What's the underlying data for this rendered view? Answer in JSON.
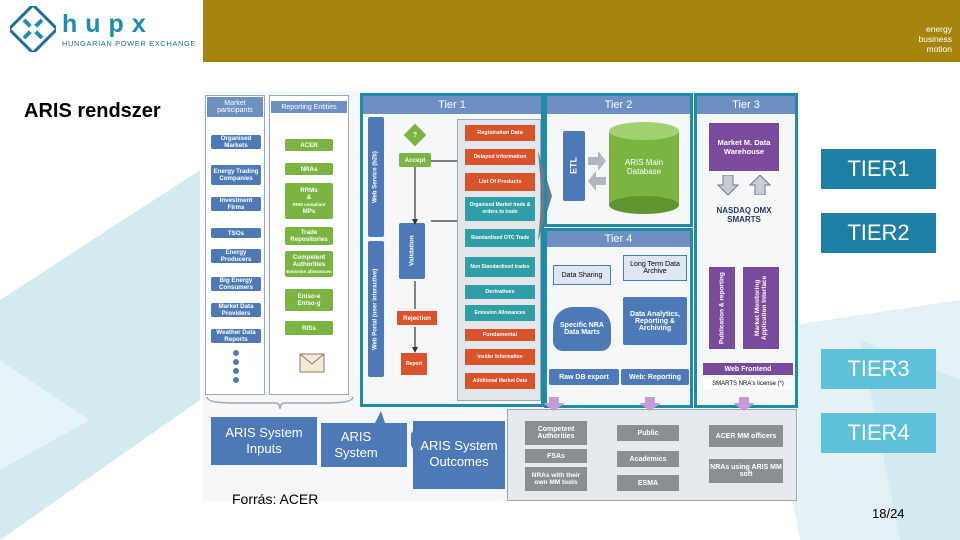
{
  "header": {
    "logo_letters": "hupx",
    "logo_sub": "HUNGARIAN POWER EXCHANGE",
    "tagline": [
      "energy",
      "business",
      "motion"
    ]
  },
  "slide": {
    "title": "ARIS rendszer",
    "source": "Forrás: ACER",
    "page": "18/24"
  },
  "tiers": [
    "TIER1",
    "TIER2",
    "TIER3",
    "TIER4"
  ],
  "colors": {
    "band": "#a6850c",
    "tier_dark": "#1d7fa3",
    "tier_light": "#5ec0d9",
    "frame": "#1e8ba8"
  },
  "diagram": {
    "col_market": "Market participants",
    "col_reporting": "Reporting Entities",
    "tier1": "Tier 1",
    "tier2": "Tier 2",
    "tier3": "Tier 3",
    "tier4": "Tier 4",
    "participants": [
      "Organised Markets",
      "Energy Trading Companies",
      "Investment Firms",
      "TSOs",
      "Energy Producers",
      "Big Energy Consumers",
      "Market Data Providers",
      "Weather Data Reports"
    ],
    "entities": [
      "ACER",
      "NRAs",
      "RRMs",
      "&",
      "RRM compliant",
      "MPs",
      "Trade Repositories",
      "Competent Authorities",
      "Emission allowances",
      "Entso-e",
      "Entso-g",
      "RISs"
    ],
    "web_service": "Web Service (b2b)",
    "web_portal": "Web Portal (user interactive)",
    "accept": "Accept",
    "question": "?",
    "validation": "Validation",
    "rejection": "Rejection",
    "report": "Report",
    "data_types": [
      "Registration Data",
      "Delayed Information",
      "List Of Products",
      "Organised Market trade & orders to trade",
      "Standardised OTC Trade",
      "Non Standardised trades",
      "Derivatives",
      "Emission Allowances",
      "Fundamental",
      "Insider Information",
      "Additional Market Data"
    ],
    "etl": "ETL",
    "main_db": "ARIS Main Database",
    "data_sharing": "Data Sharing",
    "long_term": "Long Term Data Archive",
    "specific_nra": "Specific NRA Data Marts",
    "analytics": "Data Analytics, Reporting & Archiving",
    "raw_db": "Raw DB export",
    "web_reporting": "Web: Reporting",
    "market_dw": "Market M. Data Warehouse",
    "nasdaq": "NASDAQ OMX SMARTS",
    "publication": "Publication & reporting",
    "monitoring_ui": "Market Monitoring Application Interface",
    "web_frontend": "Web Frontend",
    "smarts_license": "SMARTS NRA's license (*)",
    "inputs": "ARIS System Inputs",
    "system": "ARIS System",
    "outcomes": "ARIS System Outcomes",
    "out_col1": [
      "Competent Authorities",
      "FSAs",
      "NRAs with their own MM tools"
    ],
    "out_col2": [
      "Public",
      "Academics",
      "ESMA"
    ],
    "out_col3": [
      "ACER MM officers",
      "NRAs using ARIS MM soft"
    ]
  }
}
